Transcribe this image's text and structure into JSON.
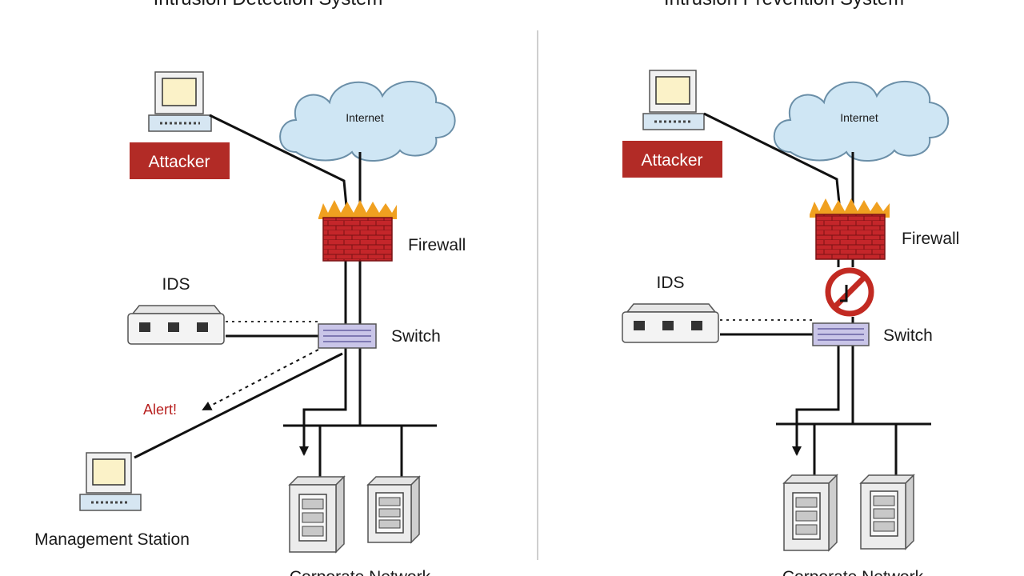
{
  "panels": {
    "ids": {
      "title": "Intrusion Detection System",
      "internet": "Internet",
      "attacker": "Attacker",
      "firewall": "Firewall",
      "ids": "IDS",
      "switch": "Switch",
      "alert": "Alert!",
      "management": "Management Station",
      "corporate": "Corporate Network"
    },
    "ips": {
      "title": "Intrusion Prevention System",
      "internet": "Internet",
      "attacker": "Attacker",
      "firewall": "Firewall",
      "ids": "IDS",
      "switch": "Switch",
      "corporate": "Corporate Network"
    }
  },
  "colors": {
    "attacker_badge": "#b22b26",
    "firewall": "#c4262a",
    "cloud": "#cfe6f4",
    "switch": "#c9c5e8",
    "monitor_screen": "#fbf2c8",
    "blocked_sign": "#c22a22"
  }
}
